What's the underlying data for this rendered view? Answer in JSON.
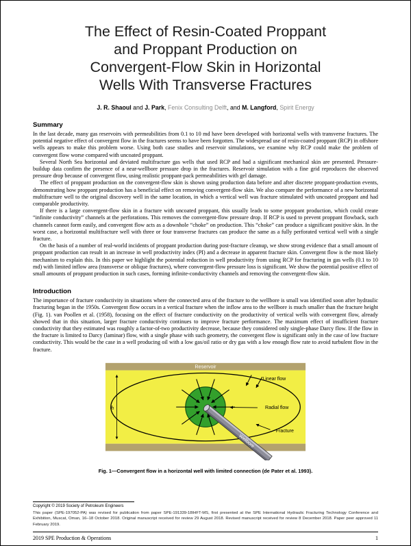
{
  "header": {
    "title_lines": [
      "The Effect of Resin-Coated Proppant",
      "and Proppant Production on",
      "Convergent-Flow Skin in Horizontal",
      "Wells With Transverse Fractures"
    ],
    "author_parts": [
      {
        "text": "J. R. Shaoul"
      },
      {
        "text": " and "
      },
      {
        "text": "J. Park"
      },
      {
        "text": ", "
      },
      {
        "text": "Fenix Consulting Delft"
      },
      {
        "text": ", and "
      },
      {
        "text": "M. Langford"
      },
      {
        "text": ", "
      },
      {
        "text": "Spirit Energy"
      }
    ]
  },
  "summary": {
    "heading": "Summary",
    "paragraphs": [
      "In the last decade, many gas reservoirs with permeabilities from 0.1 to 10 md have been developed with horizontal wells with transverse fractures. The potential negative effect of convergent flow in the fractures seems to have been forgotten. The widespread use of resin-coated proppant (RCP) in offshore wells appears to make this problem worse. Using both case studies and reservoir simulations, we examine why RCP could make the problem of convergent flow worse compared with uncoated proppant.",
      "Several North Sea horizontal and deviated multifracture gas wells that used RCP and had a significant mechanical skin are presented. Pressure-buildup data confirm the presence of a near-wellbore pressure drop in the fractures. Reservoir simulation with a fine grid reproduces the observed pressure drop because of convergent flow, using realistic proppant-pack permeabilities with gel damage.",
      "The effect of proppant production on the convergent-flow skin is shown using production data before and after discrete proppant-production events, demonstrating how proppant production has a beneficial effect on removing convergent-flow skin. We also compare the performance of a new horizontal multifracture well to the original discovery well in the same location, in which a vertical well was fracture stimulated with uncoated proppant and had comparable productivity.",
      "If there is a large convergent-flow skin in a fracture with uncoated proppant, this usually leads to some proppant production, which could create “infinite conductivity” channels at the perforations. This removes the convergent-flow pressure drop. If RCP is used to prevent proppant flowback, such channels cannot form easily, and convergent flow acts as a downhole “choke” on production. This “choke” can produce a significant positive skin. In the worst case, a horizontal multifracture well with three or four transverse fractures can produce the same as a fully perforated vertical well with a single fracture.",
      "On the basis of a number of real-world incidents of proppant production during post-fracture cleanup, we show strong evidence that a small amount of proppant production can result in an increase in well productivity index (PI) and a decrease in apparent fracture skin. Convergent flow is the most likely mechanism to explain this. In this paper we highlight the potential reduction in well productivity from using RCP for fracturing in gas wells (0.1 to 10 md) with limited inflow area (transverse or oblique fractures), where convergent-flow pressure loss is significant. We show the potential positive effect of small amounts of proppant production in such cases, forming infinite-conductivity channels and removing the convergent-flow skin."
    ]
  },
  "introduction": {
    "heading": "Introduction",
    "paragraphs": [
      "The importance of fracture conductivity in situations where the connected area of the fracture to the wellbore is small was identified soon after hydraulic fracturing began in the 1950s. Convergent flow occurs in a vertical fracture when the inflow area to the wellbore is much smaller than the fracture height (Fig. 1). van Poollen et al. (1958), focusing on the effect of fracture conductivity on the productivity of vertical wells with convergent flow, already showed that in this situation, larger fracture conductivity continues to improve fracture performance. The maximum effect of insufficient fracture conductivity that they estimated was roughly a factor-of-two productivity decrease, because they considered only single-phase Darcy flow. If the flow in the fracture is limited to Darcy (laminar) flow, with a single phase with such geometry, the convergent flow is significant only in the case of low fracture conductivity. This would be the case in a well producing oil with a low gas/oil ratio or dry gas with a low enough flow rate to avoid turbulent flow in the fracture."
    ]
  },
  "figure": {
    "caption": "Fig. 1—Convergent flow in a horizontal well with limited connection (de Pater et al. 1993).",
    "labels": {
      "reservoir": "Reservoir",
      "linear_flow": "Linear flow",
      "radial_flow": "Radial flow",
      "fracture": "Fracture",
      "wellbore": "Wellbore",
      "height": "h"
    },
    "colors": {
      "fracture_face": "#f2ee45",
      "boundary": "#b3a26e",
      "disk": "#33a02c",
      "disk_edge": "#145214",
      "pipe": "#8e8e9a"
    }
  },
  "footer": {
    "copyright": "Copyright © 2019 Society of Petroleum Engineers",
    "history": "This paper (SPE-197052-PA) was revised for publication from paper SPE-191339-18IHFT-MS, first presented at the SPE International Hydraulic Fracturing Technology Conference and Exhibition, Muscat, Oman, 16–18 October 2018. Original manuscript received for review 29 August 2018. Revised manuscript received for review 8 December 2018. Paper peer approved 11 February 2019.",
    "journal": "2019 SPE Production & Operations",
    "page_number": "1"
  }
}
